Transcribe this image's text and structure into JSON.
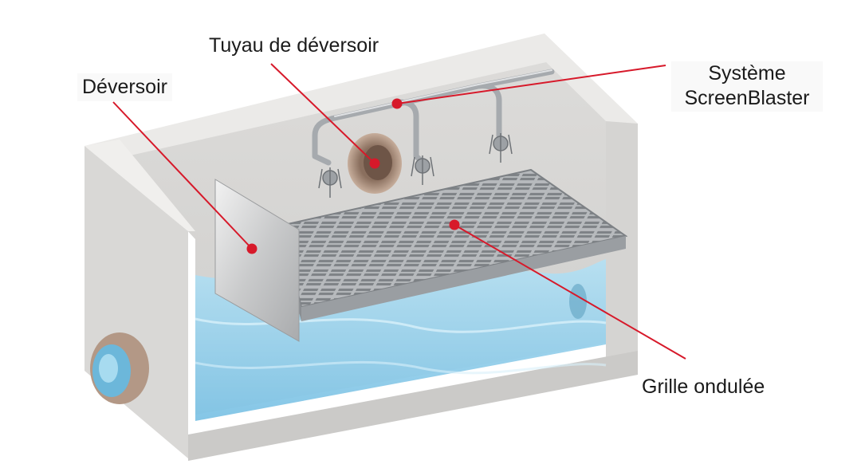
{
  "labels": {
    "weir": "Déversoir",
    "weir_pipe": "Tuyau de déversoir",
    "system_line1": "Système",
    "system_line2": "ScreenBlaster",
    "grid": "Grille ondulée"
  },
  "colors": {
    "leader": "#d7192a",
    "concrete_light": "#e4e3e2",
    "concrete_mid": "#cfcecc",
    "concrete_dark": "#b9b8b6",
    "water": "#9dd3ec",
    "water_deep": "#6cb8de",
    "pipe_collar": "#b49b89",
    "grating": "#8f9396"
  }
}
